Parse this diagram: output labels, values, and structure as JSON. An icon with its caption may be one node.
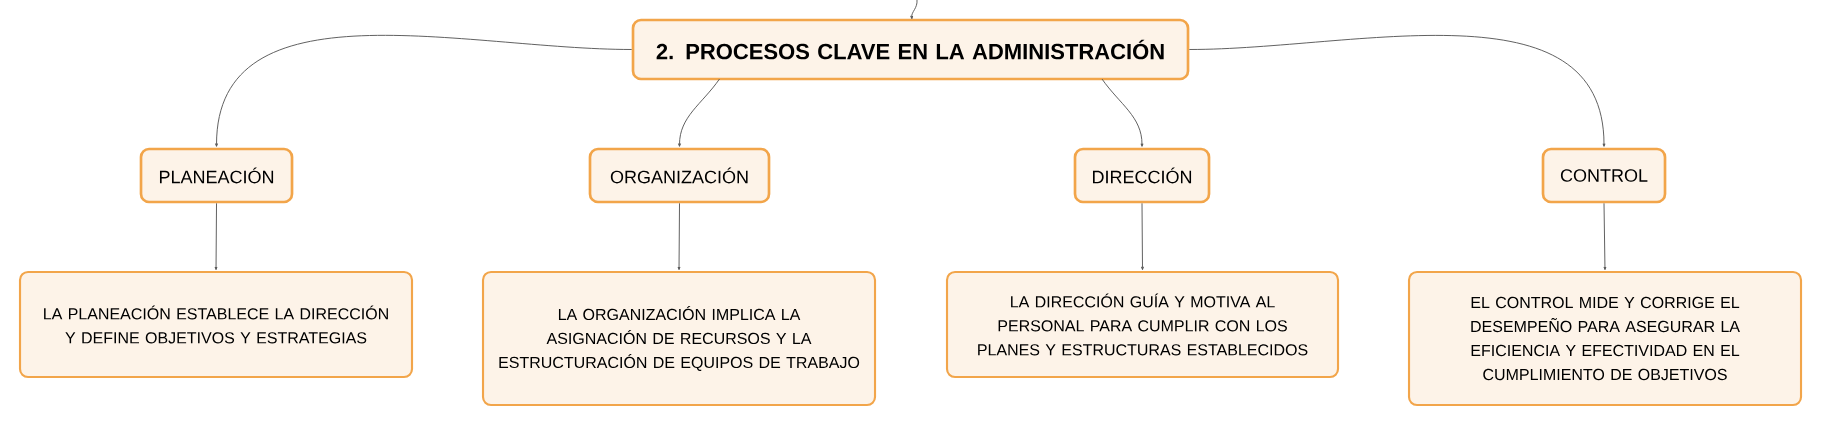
{
  "diagram": {
    "nodes": [
      {
        "text": [
          "2. PROCESOS CLAVE EN LA ADMINISTRACIÓN"
        ]
      },
      {
        "text": [
          "PLANEACIÓN"
        ]
      },
      {
        "text": [
          "ORGANIZACIÓN"
        ]
      },
      {
        "text": [
          "DIRECCIÓN"
        ]
      },
      {
        "text": [
          "CONTROL"
        ]
      },
      {
        "text": [
          "LA PLANEACIÓN ESTABLECE LA DIRECCIÓN Y DEFINE OBJETIVOS Y ESTRATEGIAS"
        ]
      },
      {
        "text": [
          "LA ORGANIZACIÓN IMPLICA LA ASIGNACIÓN DE RECURSOS Y LA ESTRUCTURACIÓN DE EQUIPOS DE TRABAJO"
        ]
      },
      {
        "text": [
          "LA DIRECCIÓN GUÍA Y MOTIVA AL PERSONAL PARA CUMPLIR CON LOS PLANES Y ESTRUCTURAS ESTABLECIDOS"
        ]
      },
      {
        "text": [
          "EL CONTROL MIDE Y CORRIGE EL DESEMPEÑO PARA ASEGURAR LA EFICIENCIA Y EFECTIVIDAD EN EL CUMPLIMIENTO DE OBJETIVOS"
        ]
      }
    ],
    "edges": [
      {
        "from": null,
        "to": 0,
        "arrow": "to"
      },
      {
        "from": 0,
        "to": 1,
        "arrow": "to"
      },
      {
        "from": 0,
        "to": 2,
        "arrow": "to"
      },
      {
        "from": 0,
        "to": 3,
        "arrow": "to"
      },
      {
        "from": 0,
        "to": 4,
        "arrow": "to"
      },
      {
        "from": 1,
        "to": 5,
        "arrow": "to"
      },
      {
        "from": 2,
        "to": 6,
        "arrow": "to"
      },
      {
        "from": 3,
        "to": 7,
        "arrow": "to"
      },
      {
        "from": 4,
        "to": 8,
        "arrow": "to"
      }
    ]
  }
}
